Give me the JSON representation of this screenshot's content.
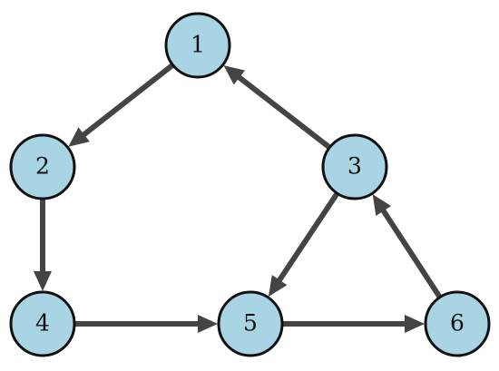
{
  "graph": {
    "nodes": [
      {
        "id": "1",
        "label": "1"
      },
      {
        "id": "2",
        "label": "2"
      },
      {
        "id": "3",
        "label": "3"
      },
      {
        "id": "4",
        "label": "4"
      },
      {
        "id": "5",
        "label": "5"
      },
      {
        "id": "6",
        "label": "6"
      }
    ],
    "edges": [
      {
        "from": "1",
        "to": "2"
      },
      {
        "from": "3",
        "to": "1"
      },
      {
        "from": "2",
        "to": "4"
      },
      {
        "from": "4",
        "to": "5"
      },
      {
        "from": "3",
        "to": "5"
      },
      {
        "from": "5",
        "to": "6"
      },
      {
        "from": "6",
        "to": "3"
      }
    ],
    "directed": true
  },
  "colors": {
    "node_fill": "#a8d4e4",
    "node_stroke": "#111111",
    "edge": "#444444",
    "label": "#111111"
  }
}
